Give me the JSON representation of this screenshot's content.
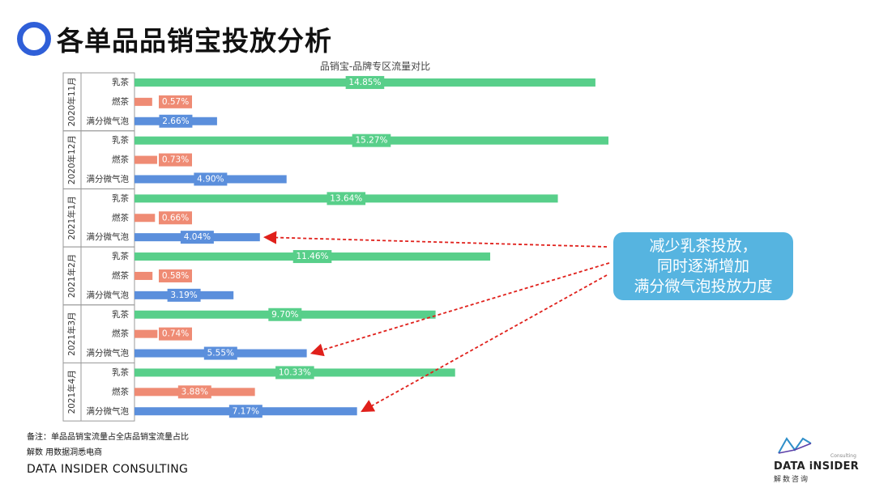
{
  "page": {
    "title": "各单品品销宝投放分析"
  },
  "callout": {
    "lines": [
      "减少乳茶投放，",
      "同时逐渐增加",
      "满分微气泡投放力度"
    ]
  },
  "footnotes": {
    "note": "备注：单品品销宝流量占全店品销宝流量占比",
    "slogan": "解数 用数据洞悉电商",
    "brand": "DATA INSIDER CONSULTING"
  },
  "logo": {
    "main": "DATA iNSIDER",
    "sub": "解数咨询",
    "tag": "Consulting"
  },
  "colors": {
    "milk_tea": "#58cf8a",
    "ran_tea": "#ef8b74",
    "bubble": "#5b8fdc",
    "accent": "#2f5fd8",
    "callout": "#56b4e0",
    "arrow": "#e0201b"
  },
  "chart_data": {
    "type": "bar",
    "orientation": "horizontal",
    "title": "品销宝-品牌专区流量对比",
    "categories": [
      "乳茶",
      "燃茶",
      "满分微气泡"
    ],
    "groups": [
      {
        "label": "2020年11月",
        "values": [
          14.85,
          0.57,
          2.66
        ],
        "labels": [
          "14.85%",
          "0.57%",
          "2.66%"
        ]
      },
      {
        "label": "2020年12月",
        "values": [
          15.27,
          0.73,
          4.9
        ],
        "labels": [
          "15.27%",
          "0.73%",
          "4.90%"
        ]
      },
      {
        "label": "2021年1月",
        "values": [
          13.64,
          0.66,
          4.04
        ],
        "labels": [
          "13.64%",
          "0.66%",
          "4.04%"
        ]
      },
      {
        "label": "2021年2月",
        "values": [
          11.46,
          0.58,
          3.19
        ],
        "labels": [
          "11.46%",
          "0.58%",
          "3.19%"
        ]
      },
      {
        "label": "2021年3月",
        "values": [
          9.7,
          0.74,
          5.55
        ],
        "labels": [
          "9.70%",
          "0.74%",
          "5.55%"
        ]
      },
      {
        "label": "2021年4月",
        "values": [
          10.33,
          3.88,
          7.17
        ],
        "labels": [
          "10.33%",
          "3.88%",
          "7.17%"
        ]
      }
    ],
    "xlim": [
      0,
      15.27
    ],
    "grid": false,
    "legend": "none",
    "annotation_targets": [
      {
        "group": 2,
        "category": 2
      },
      {
        "group": 4,
        "category": 2
      },
      {
        "group": 5,
        "category": 2
      }
    ]
  }
}
